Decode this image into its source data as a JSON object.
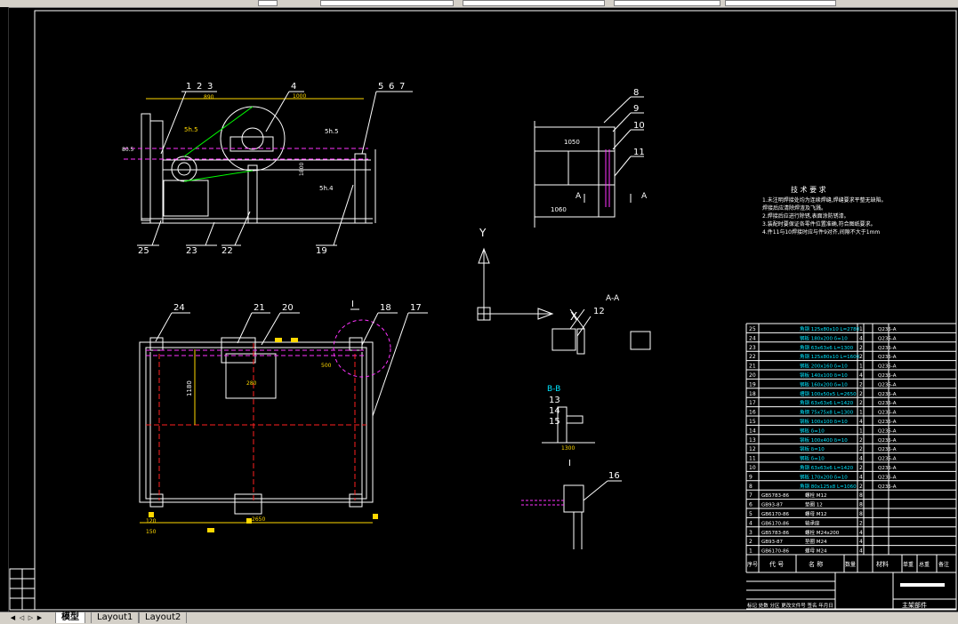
{
  "tabs": [
    "模型",
    "Layout1",
    "Layout2"
  ],
  "colors": {
    "bg": "#000000",
    "frame": "#ffffff",
    "accent": "#ffd800",
    "cyan": "#00e5ff",
    "magenta": "#ff33ff",
    "red": "#ff2020",
    "green": "#00ff00"
  },
  "views": {
    "front_callouts": [
      "1",
      "2",
      "3",
      "4",
      "5",
      "6",
      "7",
      "25",
      "23",
      "22",
      "19"
    ],
    "section_callouts": [
      "8",
      "9",
      "10",
      "11"
    ],
    "plan_callouts": [
      "24",
      "21",
      "20",
      "I",
      "18",
      "17"
    ],
    "misc_callouts": [
      "A-A",
      "12",
      "B-B",
      "13",
      "14",
      "15",
      "I",
      "16"
    ],
    "dims": {
      "front_top": "1000",
      "section_1050": "1050",
      "section_1060": "1060",
      "plan_1180": "1180",
      "plan_2650": "2650"
    },
    "axis_y": "Y",
    "axis_x": "X"
  },
  "tech_notes": {
    "title": "技 术 要 求",
    "lines": [
      "1.未注明焊接处均为连续焊缝,焊缝要求平整无缺陷。",
      "焊接后应清除焊渣及飞溅。",
      "2.焊接后应进行除锈,表面涂防锈漆。",
      "3.装配时要保证各零件位置准确,符合图纸要求。",
      "4.件11与10焊接时应与件9对齐,间隙不大于1mm"
    ]
  },
  "bom": {
    "rows": [
      {
        "no": "25",
        "spec": "角钢 125x80x10 L=2780",
        "qty": "1",
        "mat": "Q235-A"
      },
      {
        "no": "24",
        "spec": "钢板 180x200 δ=10",
        "qty": "4",
        "mat": "Q235-A"
      },
      {
        "no": "23",
        "spec": "角钢 63x63x6 L=1300",
        "qty": "2",
        "mat": "Q235-A"
      },
      {
        "no": "22",
        "spec": "角钢 125x80x10 L=1600",
        "qty": "2",
        "mat": "Q235-A"
      },
      {
        "no": "21",
        "spec": "钢板 200x160 δ=10",
        "qty": "1",
        "mat": "Q235-A"
      },
      {
        "no": "20",
        "spec": "钢板 140x100 δ=10",
        "qty": "4",
        "mat": "Q235-A"
      },
      {
        "no": "19",
        "spec": "钢板 160x200 δ=10",
        "qty": "2",
        "mat": "Q235-A"
      },
      {
        "no": "18",
        "spec": "槽钢 100x50x5 L=2650",
        "qty": "2",
        "mat": "Q235-A"
      },
      {
        "no": "17",
        "spec": "角钢 63x63x6 L=1420",
        "qty": "2",
        "mat": "Q235-A"
      },
      {
        "no": "16",
        "spec": "角钢 75x75x8 L=1300",
        "qty": "1",
        "mat": "Q235-A"
      },
      {
        "no": "15",
        "spec": "钢板 100x100 δ=10",
        "qty": "4",
        "mat": "Q235-A"
      },
      {
        "no": "14",
        "spec": "钢板 δ=10",
        "qty": "1",
        "mat": "Q235-A"
      },
      {
        "no": "13",
        "spec": "钢板 100x400 δ=10",
        "qty": "2",
        "mat": "Q235-A"
      },
      {
        "no": "12",
        "spec": "钢板 δ=10",
        "qty": "2",
        "mat": "Q235-A"
      },
      {
        "no": "11",
        "spec": "钢板 δ=10",
        "qty": "4",
        "mat": "Q235-A"
      },
      {
        "no": "10",
        "spec": "角钢 63x63x6 L=1420",
        "qty": "2",
        "mat": "Q235-A"
      },
      {
        "no": "9",
        "spec": "钢板 170x200 δ=10",
        "qty": "4",
        "mat": "Q235-A"
      },
      {
        "no": "8",
        "spec": "角钢 80x125x8 L=1060",
        "qty": "2",
        "mat": "Q235-A"
      },
      {
        "no": "7",
        "spec": "GB5783-86",
        "name": "螺栓 M12",
        "qty": "8",
        "mat": ""
      },
      {
        "no": "6",
        "spec": "GB93-87",
        "name": "垫圈 12",
        "qty": "8",
        "mat": ""
      },
      {
        "no": "5",
        "spec": "GB6170-86",
        "name": "螺母 M12",
        "qty": "8",
        "mat": ""
      },
      {
        "no": "4",
        "spec": "GB6170-86",
        "name": "轴承座",
        "qty": "2",
        "mat": ""
      },
      {
        "no": "3",
        "spec": "GB5783-86",
        "name": "螺栓 M24x200",
        "qty": "4",
        "mat": ""
      },
      {
        "no": "2",
        "spec": "GB93-87",
        "name": "垫圈 M24",
        "qty": "4",
        "mat": ""
      },
      {
        "no": "1",
        "spec": "GB6170-86",
        "name": "螺母 M24",
        "qty": "4",
        "mat": ""
      }
    ],
    "header": {
      "no": "序号",
      "code": "代 号",
      "name": "名 称",
      "qty": "数量",
      "mat": "材料",
      "wt1": "单重",
      "wt2": "总重",
      "note": "备注"
    },
    "title_block": {
      "footer_left": "标记 处数 分区 更改文件号 签名 年月日",
      "footer_right": "主架部件"
    }
  }
}
